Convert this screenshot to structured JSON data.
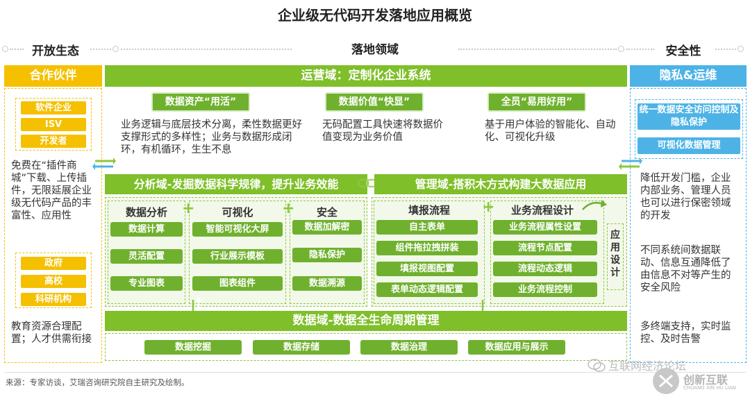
{
  "title": "企业级无代码开发落地应用概览",
  "headers": {
    "left": "开放生态",
    "center": "落地领域",
    "right": "安全性"
  },
  "left": {
    "bar": "合作伙伴",
    "group1": [
      "软件企业",
      "ISV",
      "开发者"
    ],
    "text1": "免费在“插件商城”下载、上传插件，无限延展企业级无代码产品的丰富性、应用性",
    "group2": [
      "政府",
      "高校",
      "科研机构"
    ],
    "text2": "教育资源合理配置；人才供需衔接"
  },
  "ops": {
    "bar": "运营域：定制化企业系统",
    "items": [
      {
        "tag": "数据资产“用活”",
        "desc": "业务逻辑与底层技术分离，柔性数据更好支撑形式的多样性；业务与数据形成闭环，有机循环，生生不息"
      },
      {
        "tag": "数据价值“快显”",
        "desc": "无码配置工具快速将数据价值变现为业务价值"
      },
      {
        "tag": "全员“易用好用”",
        "desc": "基于用户体验的智能化、自动化、可视化升级"
      }
    ]
  },
  "analysis": {
    "bar": "分析域-发掘数据科学规律，提升业务效能",
    "cols": [
      {
        "head": "数据分析",
        "items": [
          "数据计算",
          "灵活配置",
          "专业图表"
        ]
      },
      {
        "head": "可视化",
        "items": [
          "智能可视化大屏",
          "行业展示模板",
          "图表组件"
        ]
      },
      {
        "head": "安全",
        "items": [
          "数据加解密",
          "隐私保护",
          "数据溯源"
        ]
      }
    ]
  },
  "manage": {
    "bar": "管理域-搭积木方式构建大数据应用",
    "cols": [
      {
        "head": "填报流程",
        "items": [
          "自主表单",
          "组件拖拉拽拼装",
          "填报视图配置",
          "表单动态逻辑配置"
        ]
      },
      {
        "head": "业务流程设计",
        "items": [
          "业务流程属性设置",
          "流程节点配置",
          "流程动态逻辑",
          "业务流程控制"
        ]
      }
    ],
    "side": [
      "应",
      "用",
      "设",
      "计"
    ]
  },
  "datadomain": {
    "bar": "数据域-数据全生命周期管理",
    "items": [
      "数据挖掘",
      "数据存储",
      "数据治理",
      "数据应用与展示"
    ]
  },
  "right": {
    "bar": "隐私&运维",
    "tags": [
      "统一数据安全访问控制及隐私保护",
      "可视化数据管理"
    ],
    "texts": [
      "降低开发门槛，企业内部业务、管理人员也可以进行保密领域的开发",
      "不同系统间数据联动、信息互通降低了由信息不对等产生的安全风险",
      "多终端支持，实时监控、及时告警"
    ]
  },
  "source": "来源：专家访谈，艾瑞咨询研究院自主研究及绘制。",
  "watermark": {
    "left": "互联网经济论坛",
    "brand": "创新互联",
    "brand_sub": "CHUANG XIN HU LIAN"
  },
  "colors": {
    "yellow": "#f5c000",
    "green": "#7fbf2a",
    "blue": "#4db3e6"
  }
}
